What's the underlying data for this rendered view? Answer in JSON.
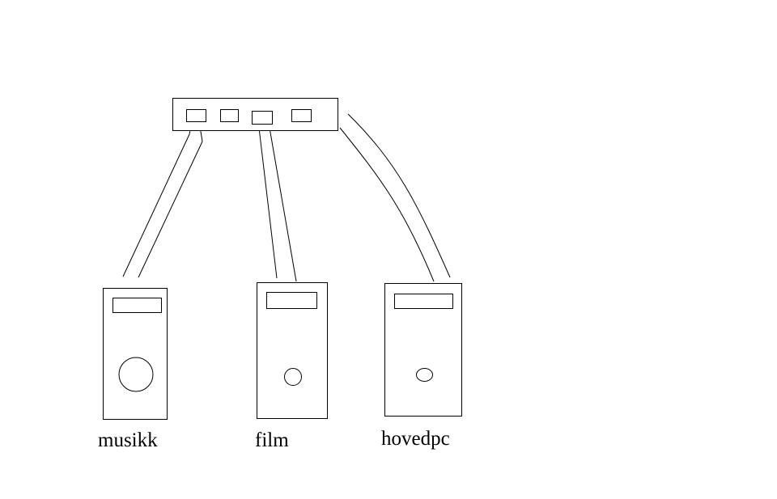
{
  "labels": {
    "pc1": "musikk",
    "pc2": "film",
    "pc3": "hovedpc"
  },
  "icons": {
    "switch": "network-switch-icon",
    "computer": "tower-computer-icon"
  },
  "colors": {
    "background": "#ffffff",
    "stroke": "#000000"
  }
}
